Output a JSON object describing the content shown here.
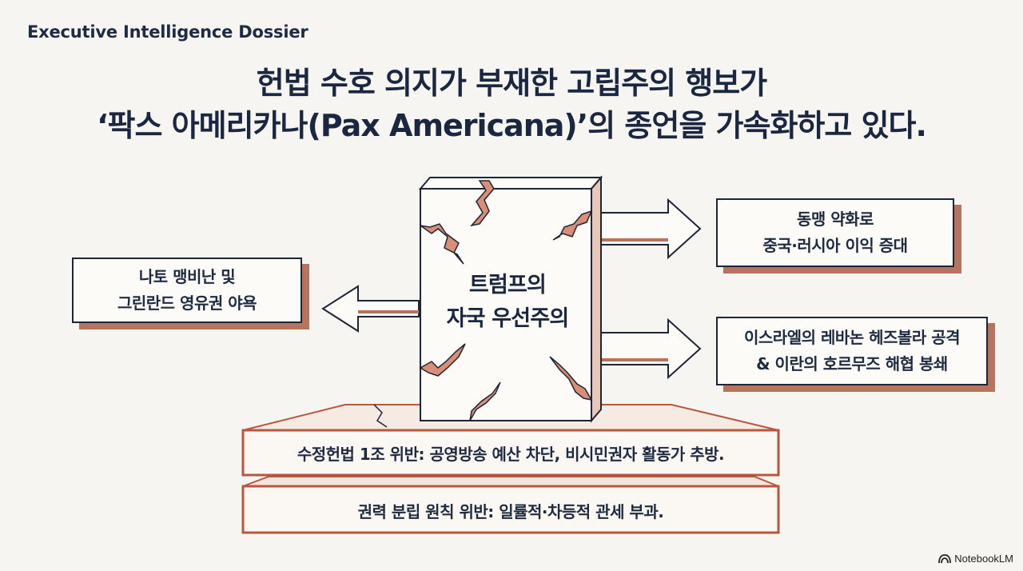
{
  "header": {
    "kicker": "Executive Intelligence Dossier",
    "title_line1": "헌법 수호 의지가 부재한 고립주의 행보가",
    "title_line2": "‘팍스 아메리카나(Pax Americana)’의 종언을 가속화하고 있다."
  },
  "center": {
    "line1": "트럼프의",
    "line2": "자국 우선주의"
  },
  "left_box": {
    "line1": "나토 맹비난 및",
    "line2": "그린란드 영유권 야욕"
  },
  "right_top_box": {
    "line1": "동맹 약화로",
    "line2": "중국·러시아 이익 증대"
  },
  "right_bottom_box": {
    "line1": "이스라엘의 레바논 헤즈볼라 공격",
    "line2": "& 이란의 호르무즈 해협 봉쇄"
  },
  "foundation": {
    "top_slab": "수정헌법 1조 위반: 공영방송 예산 차단, 비시민권자 활동가 추방.",
    "bottom_slab": "권력 분립 원칙 위반: 일률적·차등적 관세 부과."
  },
  "brand": {
    "label": "NotebookLM",
    "icon": "notebooklm-logo-icon"
  },
  "colors": {
    "background": "#f6f5f1",
    "ink": "#1d2a40",
    "accent_rust": "#b7735e",
    "crack": "#d98f77",
    "slab_border": "#b8573f"
  }
}
